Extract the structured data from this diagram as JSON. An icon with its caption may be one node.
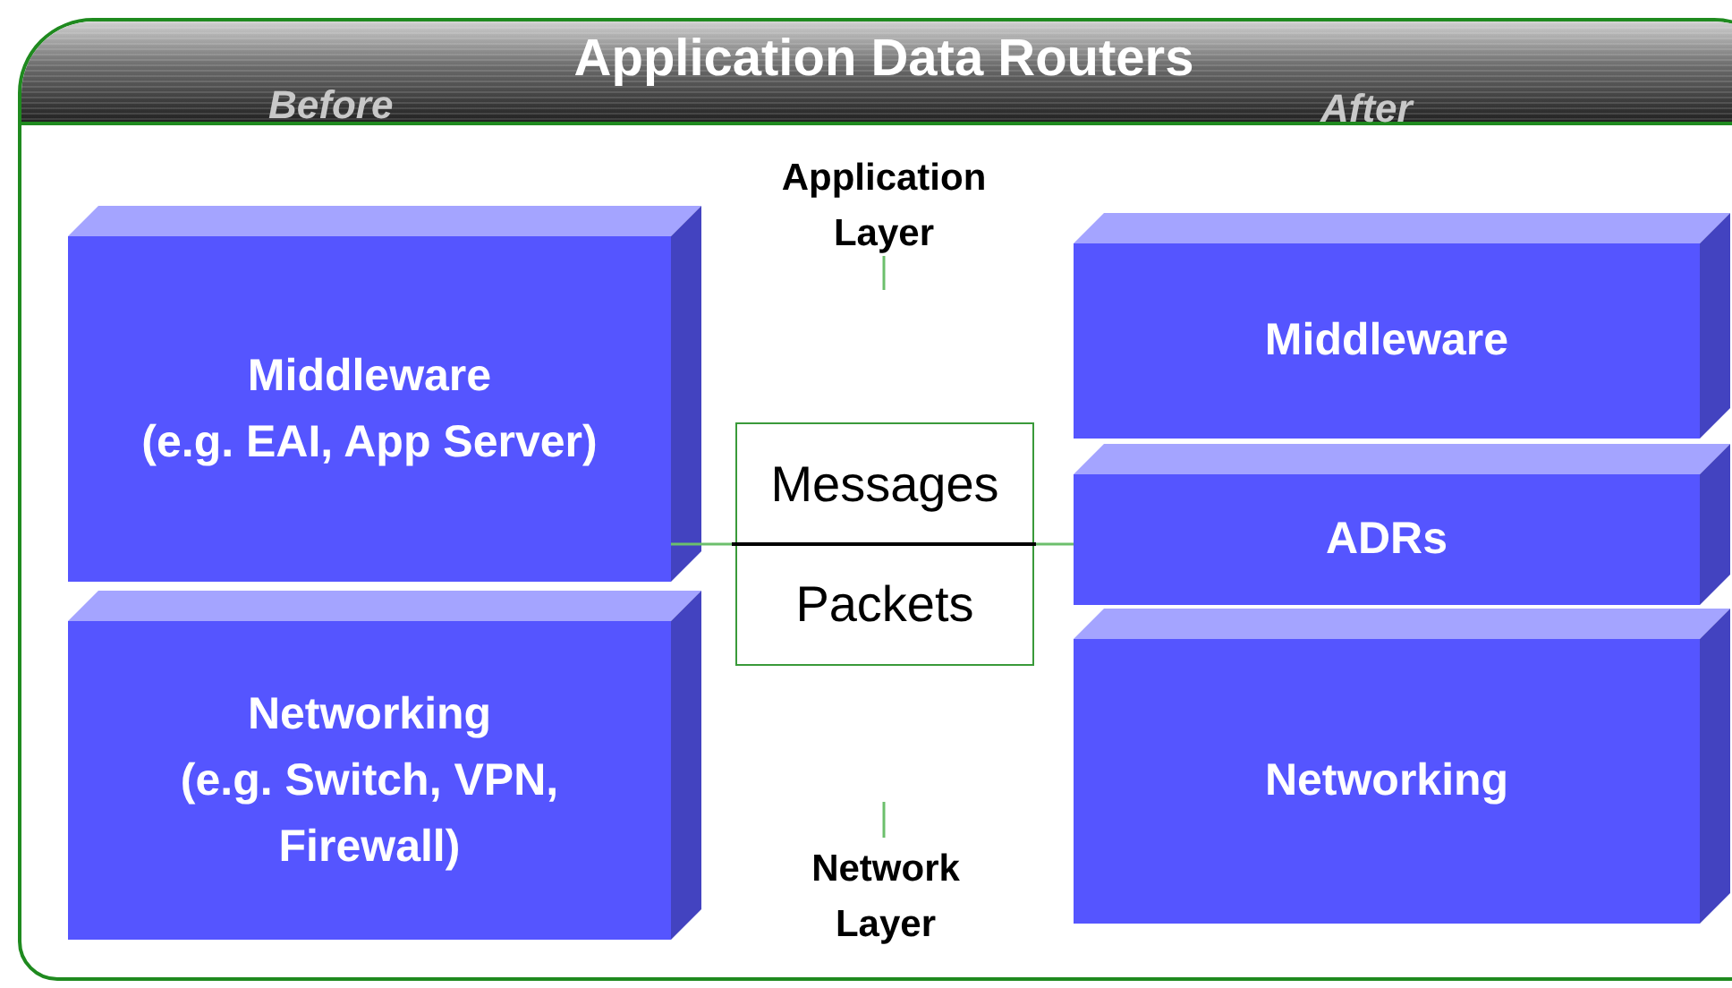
{
  "diagram": {
    "title": "Application Data Routers",
    "nodes": [
      {
        "text": [
          "Middleware (e.g. EAI, App Server)"
        ]
      },
      {
        "text": [
          "Networking (e.g. Switch, VPN, Firewall)"
        ]
      },
      {
        "text": [
          "Messages"
        ]
      },
      {
        "text": [
          "Packets"
        ]
      },
      {
        "text": [
          "Middleware"
        ]
      },
      {
        "text": [
          "ADRs"
        ]
      },
      {
        "text": [
          "Networking"
        ]
      }
    ],
    "edges": [],
    "labels": [
      "Before",
      "After",
      "Application Layer",
      "Network Layer"
    ]
  }
}
